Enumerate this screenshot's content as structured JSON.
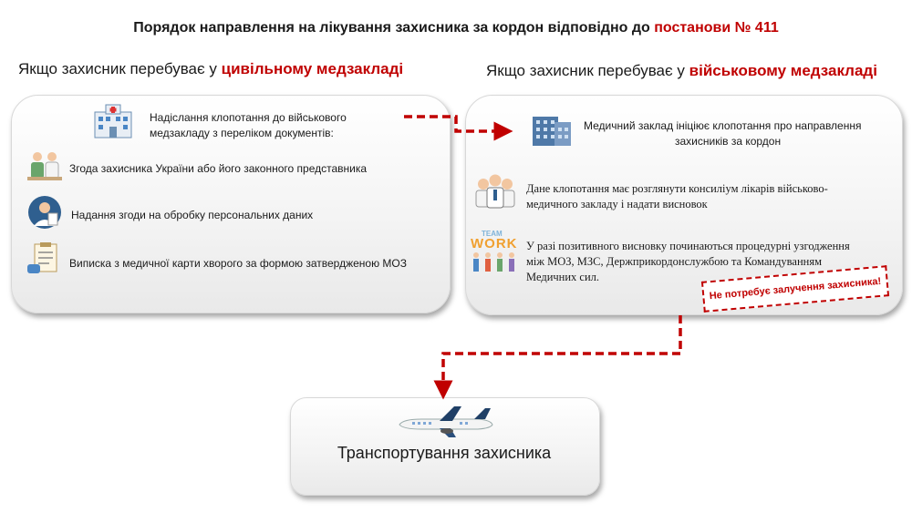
{
  "title": {
    "prefix": "Порядок направлення на лікування захисника за кордон відповідно до ",
    "highlight": "постанови № 411"
  },
  "left_panel": {
    "heading_prefix": "Якщо захисник перебуває у ",
    "heading_highlight": "цивільному медзакладі",
    "intro_line1": "Надіслання клопотання до військового",
    "intro_line2": "медзакладу з переліком документів:",
    "items": [
      "Згода захисника України або його законного представника",
      "Надання згоди на обробку персональних даних",
      "Виписка з медичної карти хворого за формою затвердженою МОЗ"
    ]
  },
  "right_panel": {
    "heading_prefix": "Якщо захисник перебуває у ",
    "heading_highlight": "військовому медзакладі",
    "step1_line1": "Медичний заклад ініціює клопотання про направлення",
    "step1_line2": "захисників за кордон",
    "step2_line1": "Дане клопотання має розглянути консиліум лікарів військово-",
    "step2_line2": "медичного закладу і надати висновок",
    "step3_line1": "У разі позитивного висновку починаються процедурні узгодження",
    "step3_line2": "між МОЗ, МЗС, Держприкордонслужбою та Командуванням",
    "step3_line3": "Медичних сил.",
    "stamp": "Не потребує залучення захисника!"
  },
  "team_icon": {
    "word1": "TEAM",
    "word2": "WORK"
  },
  "transport": {
    "label": "Транспортування захисника"
  },
  "colors": {
    "accent": "#c00000",
    "card_bg": "#f3f3f3",
    "icon_blue": "#3b6fb0"
  },
  "icons": [
    "hospital-icon",
    "doctors-icon",
    "doctor-clipboard-icon",
    "medical-record-icon",
    "building-icon",
    "consilium-icon",
    "teamwork-icon",
    "airplane-icon"
  ]
}
